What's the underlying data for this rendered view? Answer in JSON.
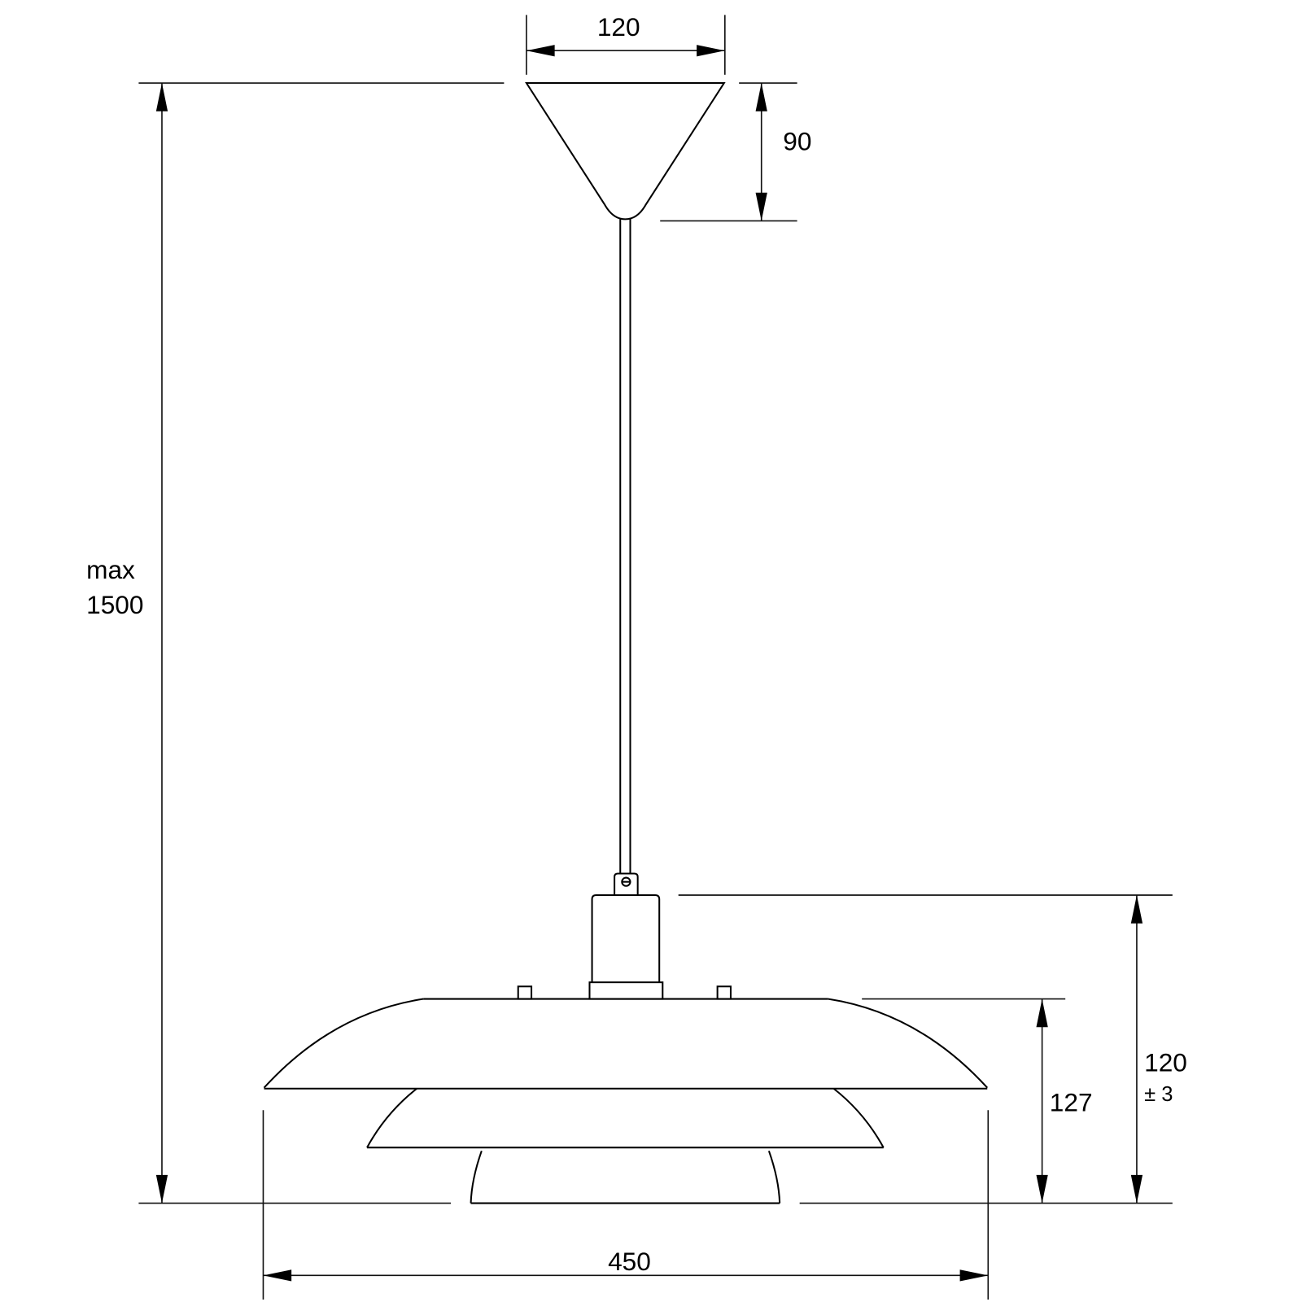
{
  "drawing": {
    "subject": "Pendant lamp dimension drawing",
    "stroke_color": "#000000",
    "background": "#ffffff"
  },
  "dimensions": {
    "canopy_width": {
      "value": "120"
    },
    "canopy_height": {
      "value": "90"
    },
    "total_height": {
      "prefix": "max",
      "value": "1500"
    },
    "shade_height": {
      "value": "127"
    },
    "fitting_height": {
      "value": "120",
      "tolerance": "± 3"
    },
    "shade_diameter": {
      "value": "450"
    }
  }
}
